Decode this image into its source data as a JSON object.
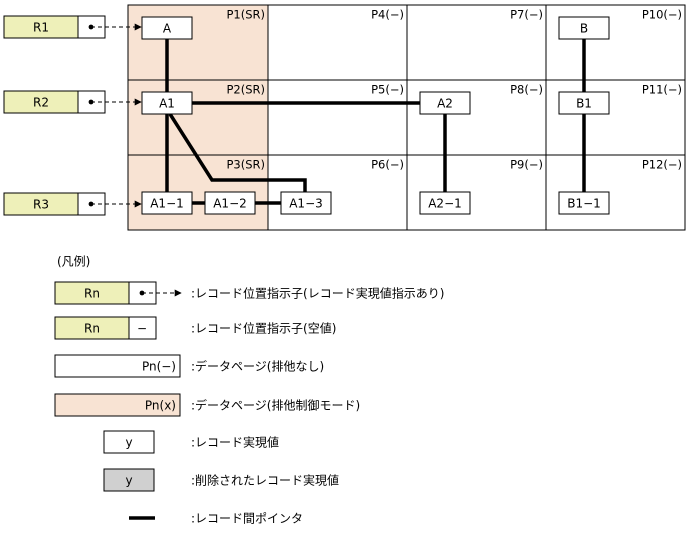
{
  "colors": {
    "indicator_fill": "#eef0b9",
    "exclusive_page_fill": "#f8e3d3",
    "deleted_fill": "#d0d0d0",
    "line": "#000000",
    "border": "#000000"
  },
  "pages": [
    {
      "id": "P1",
      "label": "P1(SR)",
      "mode": "SR"
    },
    {
      "id": "P4",
      "label": "P4(−)",
      "mode": "none"
    },
    {
      "id": "P7",
      "label": "P7(−)",
      "mode": "none"
    },
    {
      "id": "P10",
      "label": "P10(−)",
      "mode": "none"
    },
    {
      "id": "P2",
      "label": "P2(SR)",
      "mode": "SR"
    },
    {
      "id": "P5",
      "label": "P5(−)",
      "mode": "none"
    },
    {
      "id": "P8",
      "label": "P8(−)",
      "mode": "none"
    },
    {
      "id": "P11",
      "label": "P11(−)",
      "mode": "none"
    },
    {
      "id": "P3",
      "label": "P3(SR)",
      "mode": "SR"
    },
    {
      "id": "P6",
      "label": "P6(−)",
      "mode": "none"
    },
    {
      "id": "P9",
      "label": "P9(−)",
      "mode": "none"
    },
    {
      "id": "P12",
      "label": "P12(−)",
      "mode": "none"
    }
  ],
  "indicators": [
    {
      "id": "R1",
      "label": "R1",
      "points_to": "A"
    },
    {
      "id": "R2",
      "label": "R2",
      "points_to": "A1"
    },
    {
      "id": "R3",
      "label": "R3",
      "points_to": "A1-1"
    }
  ],
  "records": [
    {
      "id": "A",
      "label": "A",
      "page": "P1"
    },
    {
      "id": "A1",
      "label": "A1",
      "page": "P2"
    },
    {
      "id": "A1-1",
      "label": "A1−1",
      "page": "P3"
    },
    {
      "id": "A1-2",
      "label": "A1−2",
      "page": "P3"
    },
    {
      "id": "A1-3",
      "label": "A1−3",
      "page": "P6"
    },
    {
      "id": "A2",
      "label": "A2",
      "page": "P8"
    },
    {
      "id": "A2-1",
      "label": "A2−1",
      "page": "P9"
    },
    {
      "id": "B",
      "label": "B",
      "page": "P10"
    },
    {
      "id": "B1",
      "label": "B1",
      "page": "P11"
    },
    {
      "id": "B1-1",
      "label": "B1−1",
      "page": "P12"
    }
  ],
  "links": [
    [
      "A",
      "A1"
    ],
    [
      "A1",
      "A1-1"
    ],
    [
      "A1",
      "A2"
    ],
    [
      "A1",
      "A1-3"
    ],
    [
      "A1-1",
      "A1-2"
    ],
    [
      "A1-2",
      "A1-3"
    ],
    [
      "A2",
      "A2-1"
    ],
    [
      "B",
      "B1"
    ],
    [
      "B1",
      "B1-1"
    ]
  ],
  "legend": {
    "title": "(凡例)",
    "items": [
      {
        "kind": "indicator-pointer",
        "sample": "Rn",
        "extra": "",
        "desc": ":レコード位置指示子(レコード実現値指示あり)"
      },
      {
        "kind": "indicator-null",
        "sample": "Rn",
        "extra": "−",
        "desc": ":レコード位置指示子(空値)"
      },
      {
        "kind": "page-none",
        "sample": "Pn(−)",
        "extra": "",
        "desc": ":データページ(排他なし)"
      },
      {
        "kind": "page-exclusive",
        "sample": "Pn(x)",
        "extra": "",
        "desc": ":データページ(排他制御モード)"
      },
      {
        "kind": "record",
        "sample": "y",
        "extra": "",
        "desc": ":レコード実現値"
      },
      {
        "kind": "record-deleted",
        "sample": "y",
        "extra": "",
        "desc": ":削除されたレコード実現値"
      },
      {
        "kind": "link",
        "sample": "",
        "extra": "",
        "desc": ":レコード間ポインタ"
      }
    ]
  }
}
